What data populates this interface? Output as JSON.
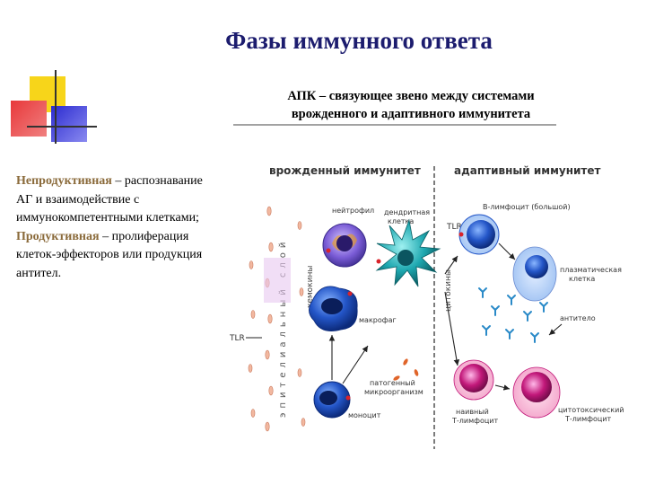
{
  "title": "Фазы иммунного ответа",
  "subtitle": {
    "line1": "АПК – связующее звено между системами",
    "line2": "врожденного и адаптивного иммунитета"
  },
  "left_text": {
    "term1": "Непродуктивная",
    "desc1": " – распознавание АГ и взаимодействие с иммунокомпетентными клетками;",
    "term2": "Продуктивная",
    "desc2": " – пролиферация клеток-эффекторов или продукция антител."
  },
  "figure": {
    "header_left": "врожденный иммунитет",
    "header_right": "адаптивный иммунитет",
    "vertical_left": "эпителиальный слой",
    "chemokines": "хемокины",
    "cytokines": "цитокины",
    "labels": {
      "neutrophil": "нейтрофил",
      "dendritic_1": "дендритная",
      "dendritic_2": "клетка",
      "b_cell": "В-лимфоцит (большой)",
      "tlr_top": "TLR",
      "plasma_1": "плазматическая",
      "plasma_2": "клетка",
      "macrophage": "макрофаг",
      "antibody": "антитело",
      "tlr_left": "TLR",
      "pathogen_1": "патогенный",
      "pathogen_2": "микроорганизм",
      "monocyte": "моноцит",
      "naive_1": "наивный",
      "naive_2": "Т-лимфоцит",
      "ctl_1": "цитотоксический",
      "ctl_2": "Т-лимфоцит"
    }
  },
  "colors": {
    "title": "#1c1c6e",
    "deco_yellow": "#f7d51a",
    "deco_red": "#e8383a",
    "deco_blue": "#3a3ad6",
    "highlight": "#8a6a3a"
  }
}
